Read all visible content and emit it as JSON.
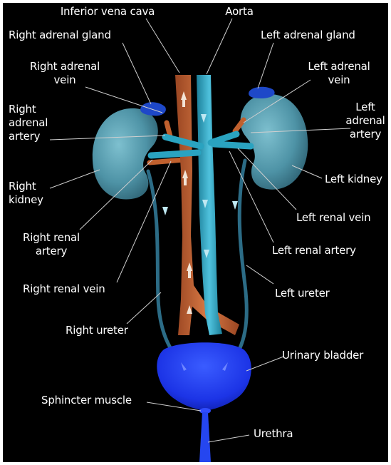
{
  "diagram": {
    "colors": {
      "background": "#000000",
      "text": "#ffffff",
      "leader": "#cfcfcf",
      "vein": "#c0602e",
      "artery": "#2aa3c0",
      "kidney": "#5aa3b4",
      "adrenal": "#1e48c8",
      "bladder": "#1f3ff0",
      "ureter": "#2c6c86"
    },
    "labels": {
      "inferior_vena_cava": "Inferior vena cava",
      "aorta": "Aorta",
      "right_adrenal_gland": "Right adrenal gland",
      "left_adrenal_gland": "Left adrenal gland",
      "right_adrenal_vein": "Right adrenal\nvein",
      "left_adrenal_vein": "Left adrenal\nvein",
      "right_adrenal_artery": "Right\nadrenal\nartery",
      "left_adrenal_artery": "Left\nadrenal\nartery",
      "right_kidney": "Right\nkidney",
      "left_kidney": "Left kidney",
      "left_renal_vein": "Left renal vein",
      "right_renal_artery": "Right renal\nartery",
      "left_renal_artery": "Left renal artery",
      "right_renal_vein": "Right renal vein",
      "left_ureter": "Left ureter",
      "right_ureter": "Right ureter",
      "urinary_bladder": "Urinary bladder",
      "sphincter_muscle": "Sphincter muscle",
      "urethra": "Urethra"
    }
  }
}
